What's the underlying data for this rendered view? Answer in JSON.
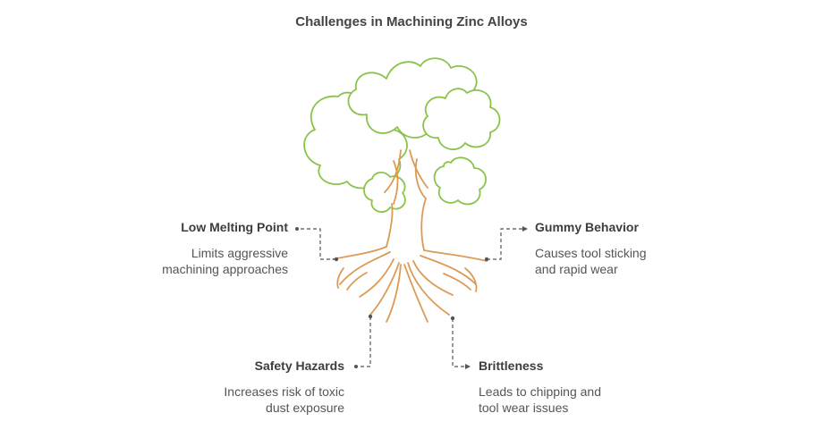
{
  "title": "Challenges in Machining Zinc Alloys",
  "colors": {
    "foliage": "#8bc34a",
    "roots": "#dd9a55",
    "text": "#444444",
    "connector": "#555555"
  },
  "branches": [
    {
      "id": "low_melting_point",
      "heading": "Low Melting Point",
      "description": "Limits aggressive machining approaches"
    },
    {
      "id": "gummy_behavior",
      "heading": "Gummy Behavior",
      "description": "Causes tool sticking and rapid wear"
    },
    {
      "id": "safety_hazards",
      "heading": "Safety Hazards",
      "description": "Increases risk of toxic dust exposure"
    },
    {
      "id": "brittleness",
      "heading": "Brittleness",
      "description": "Leads to chipping and tool wear issues"
    }
  ]
}
